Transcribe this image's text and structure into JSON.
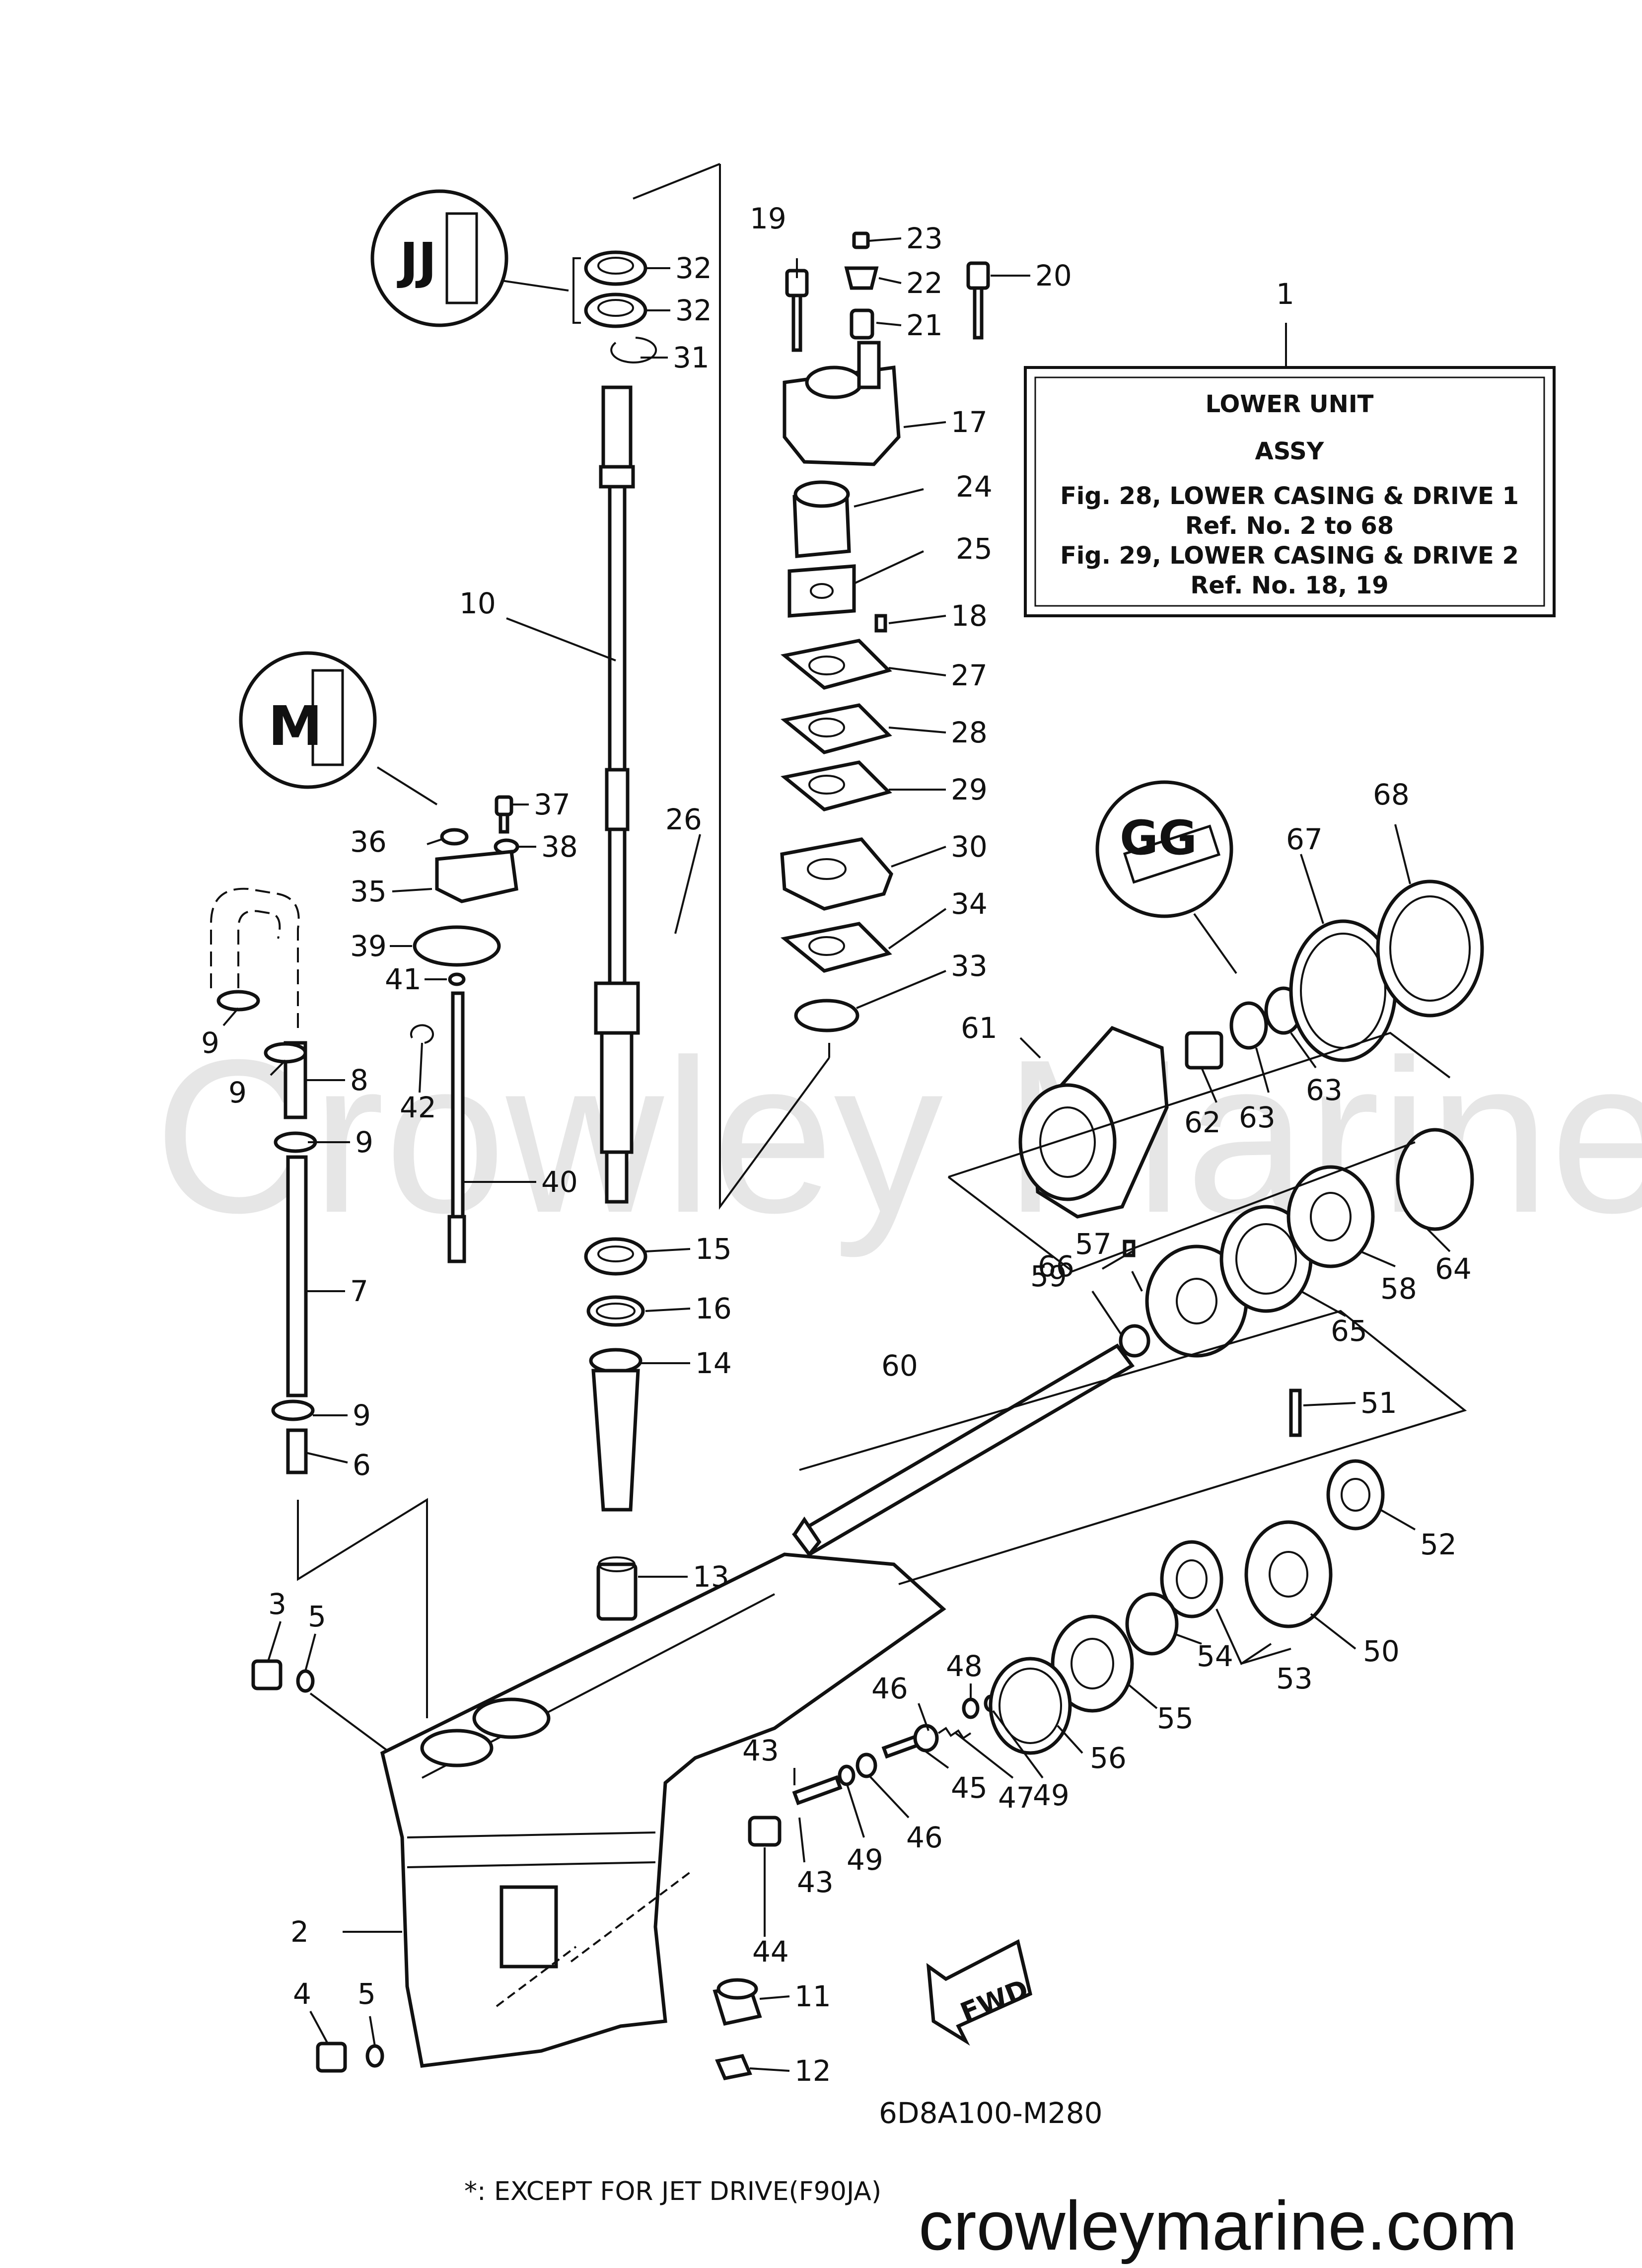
{
  "watermark": "Crowley Marine",
  "info_box": {
    "ref": "1",
    "line1": "LOWER UNIT",
    "line2": "ASSY",
    "line3": "Fig. 28, LOWER CASING & DRIVE 1",
    "line4": "Ref. No. 2 to 68",
    "line5": "Fig. 29, LOWER CASING & DRIVE 2",
    "line6": "Ref. No. 18, 19"
  },
  "callouts": {
    "c2": "2",
    "c3": "3",
    "c4": "4",
    "c5a": "5",
    "c5b": "5",
    "c6": "6",
    "c7": "7",
    "c8": "8",
    "c9a": "9",
    "c9b": "9",
    "c9c": "9",
    "c9d": "9",
    "c10": "10",
    "c11": "11",
    "c12": "12",
    "c13": "13",
    "c14": "14",
    "c15": "15",
    "c16": "16",
    "c17": "17",
    "c18": "18",
    "c19": "19",
    "c20": "20",
    "c21": "21",
    "c22": "22",
    "c23": "23",
    "c24": "24",
    "c25": "25",
    "c26": "26",
    "c27": "27",
    "c28": "28",
    "c29": "29",
    "c30": "30",
    "c31": "31",
    "c32a": "32",
    "c32b": "32",
    "c33": "33",
    "c34": "34",
    "c35": "35",
    "c36": "36",
    "c37": "37",
    "c38": "38",
    "c39": "39",
    "c40": "40",
    "c41": "41",
    "c42": "42",
    "c43a": "43",
    "c43b": "43",
    "c44": "44",
    "c45": "45",
    "c46a": "46",
    "c46b": "46",
    "c47": "47",
    "c48": "48",
    "c49a": "49",
    "c49b": "49",
    "c50": "50",
    "c51": "51",
    "c52": "52",
    "c53": "53",
    "c54": "54",
    "c55": "55",
    "c56": "56",
    "c57": "57",
    "c58": "58",
    "c59": "59",
    "c60": "60",
    "c61": "61",
    "c62": "62",
    "c63a": "63",
    "c63b": "63",
    "c64": "64",
    "c65": "65",
    "c66": "66",
    "c67": "67",
    "c68": "68"
  },
  "fwd_label": "FWD",
  "diagram_code": "6D8A100-M280",
  "footnote": "*: EXCEPT FOR JET DRIVE(F90JA)",
  "site": "crowleymarine.com"
}
